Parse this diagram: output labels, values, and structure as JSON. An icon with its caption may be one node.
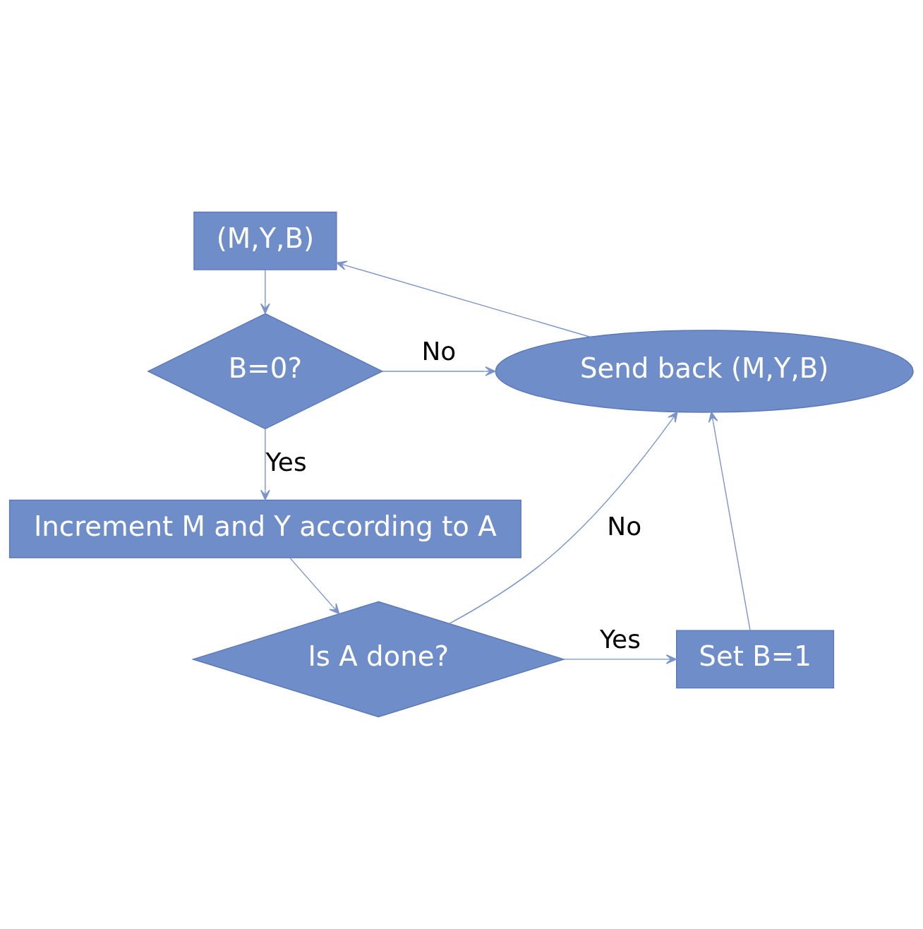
{
  "diagram": {
    "nodes": [
      {
        "text": [
          "(M,Y,B)"
        ]
      },
      {
        "text": [
          "B=0?"
        ]
      },
      {
        "text": [
          "Send back (M,Y,B)"
        ]
      },
      {
        "text": [
          "Increment M and Y according to A"
        ]
      },
      {
        "text": [
          "Is A done?"
        ]
      },
      {
        "text": [
          "Set B=1"
        ]
      }
    ],
    "edges": [
      {
        "from": 0,
        "to": 1,
        "arrow": "to"
      },
      {
        "from": 1,
        "to": 2,
        "arrow": "to",
        "label": "No"
      },
      {
        "from": 1,
        "to": 3,
        "arrow": "to",
        "label": "Yes"
      },
      {
        "from": 3,
        "to": 4,
        "arrow": "to"
      },
      {
        "from": 4,
        "to": 2,
        "arrow": "to",
        "label": "No"
      },
      {
        "from": 4,
        "to": 5,
        "arrow": "to",
        "label": "Yes"
      },
      {
        "from": 5,
        "to": 2,
        "arrow": "to"
      },
      {
        "from": 2,
        "to": 0,
        "arrow": "to"
      }
    ]
  }
}
